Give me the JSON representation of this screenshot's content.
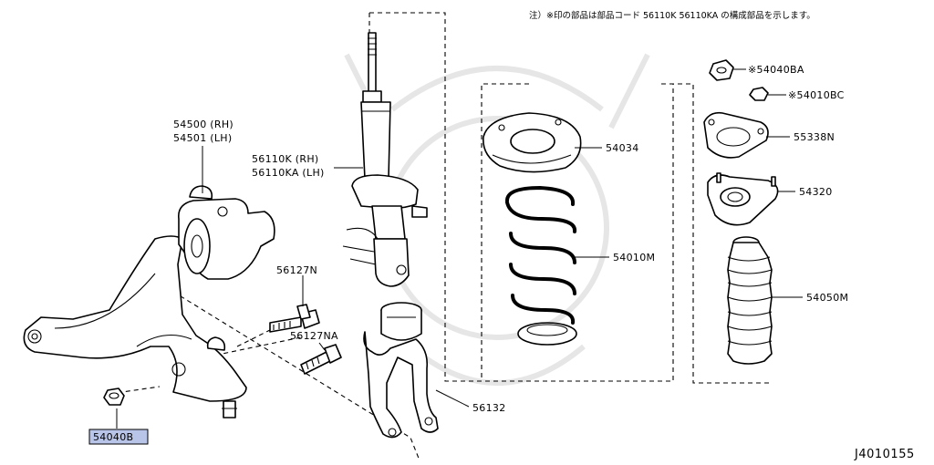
{
  "note": "注）※印の部品は部品コード 56110K 56110KA の構成部品を示します。",
  "diagram_id": "J4010155",
  "highlight_color": "#b8c4e8",
  "labels": {
    "lower_arm": [
      "54500 (RH)",
      "54501 (LH)"
    ],
    "strut": [
      "56110K (RH)",
      "56110KA (LH)"
    ],
    "bolt_n": "56127N",
    "bolt_na": "56127NA",
    "nut_b": "54040B",
    "knuckle_fork": "56132",
    "seat": "54034",
    "spring": "54010M",
    "nut_a": "※54040BA",
    "nut_c": "※54010BC",
    "plate": "55338N",
    "mount": "54320",
    "boot": "54050M"
  }
}
